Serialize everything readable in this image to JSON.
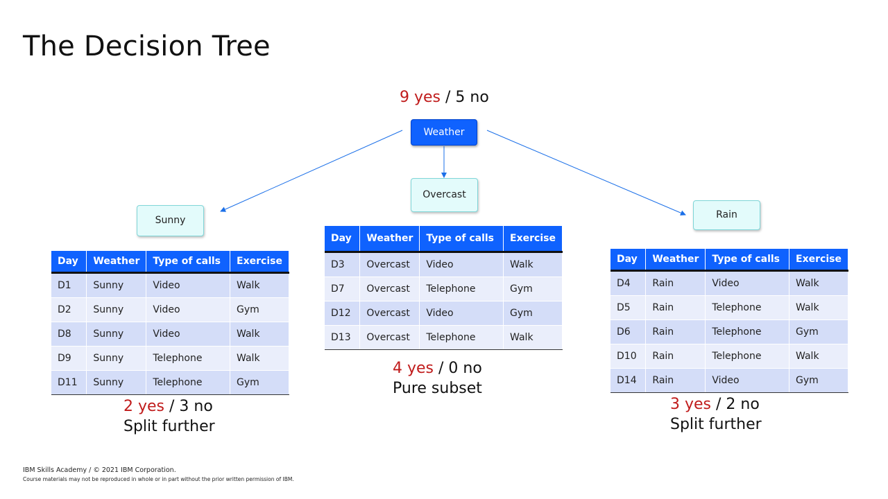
{
  "title": "The Decision Tree",
  "root": {
    "label": "Weather",
    "yes": "9 yes",
    "no": "/ 5 no"
  },
  "table_headers": [
    "Day",
    "Weather",
    "Type of calls",
    "Exercise"
  ],
  "branches": [
    {
      "label": "Sunny",
      "yes": "2 yes",
      "no": "/ 3 no",
      "verdict": "Split further",
      "rows": [
        [
          "D1",
          "Sunny",
          "Video",
          "Walk"
        ],
        [
          "D2",
          "Sunny",
          "Video",
          "Gym"
        ],
        [
          "D8",
          "Sunny",
          "Video",
          "Walk"
        ],
        [
          "D9",
          "Sunny",
          "Telephone",
          "Walk"
        ],
        [
          "D11",
          "Sunny",
          "Telephone",
          "Gym"
        ]
      ]
    },
    {
      "label": "Overcast",
      "yes": "4 yes",
      "no": "/ 0 no",
      "verdict": "Pure subset",
      "rows": [
        [
          "D3",
          "Overcast",
          "Video",
          "Walk"
        ],
        [
          "D7",
          "Overcast",
          "Telephone",
          "Gym"
        ],
        [
          "D12",
          "Overcast",
          "Video",
          "Gym"
        ],
        [
          "D13",
          "Overcast",
          "Telephone",
          "Walk"
        ]
      ]
    },
    {
      "label": "Rain",
      "yes": "3 yes",
      "no": "/ 2 no",
      "verdict": "Split further",
      "rows": [
        [
          "D4",
          "Rain",
          "Video",
          "Walk"
        ],
        [
          "D5",
          "Rain",
          "Telephone",
          "Walk"
        ],
        [
          "D6",
          "Rain",
          "Telephone",
          "Gym"
        ],
        [
          "D10",
          "Rain",
          "Telephone",
          "Walk"
        ],
        [
          "D14",
          "Rain",
          "Video",
          "Gym"
        ]
      ]
    }
  ],
  "footer": {
    "line1": "IBM Skills Academy / © 2021 IBM Corporation.",
    "line2": "Course materials may not be reproduced in whole or in part without the prior written permission of IBM."
  },
  "colors": {
    "accent": "#0f62fe",
    "yes_text": "#c01b1b",
    "child_node_fill": "#e3fbfb",
    "row_odd": "#d4ddf8",
    "row_even": "#eaeefb",
    "edge": "#1a6fe8"
  }
}
